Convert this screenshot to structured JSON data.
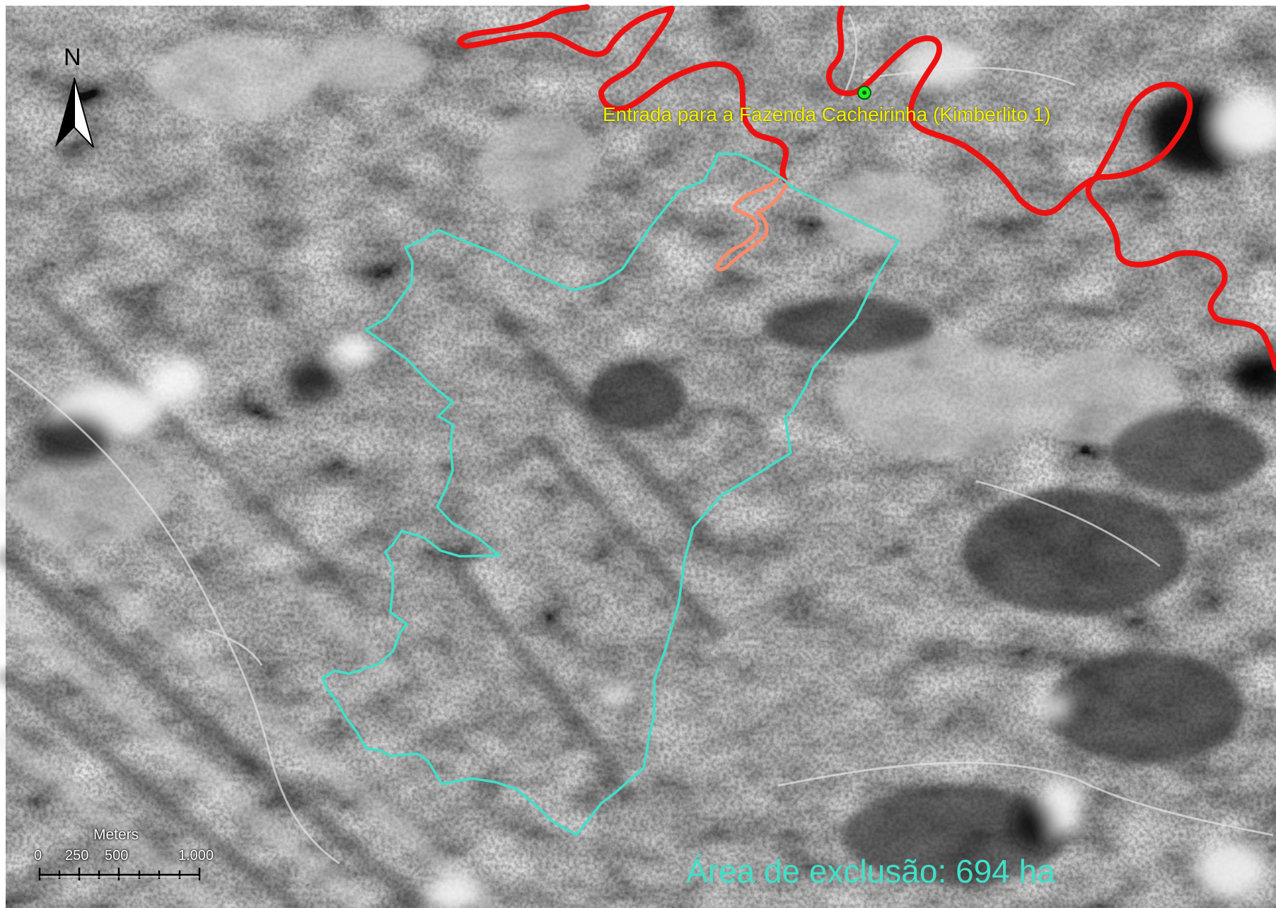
{
  "map": {
    "north_label": "N",
    "place_label": "Entrada para a Fazenda Cacheirinha (Kimberlito 1)",
    "area_label": "Área de exclusão: 694 ha",
    "scale_bar": {
      "units": "Meters",
      "ticks": [
        "0",
        "250",
        "500",
        "1.000"
      ]
    },
    "colors": {
      "exclusion_boundary": "#3fe0c8",
      "red_boundary": "#ee1111",
      "road_outline": "#ff8a6a",
      "place_label": "#f4f000",
      "point_marker": "#22ee22"
    },
    "icons": {
      "north_arrow": "north-arrow-icon",
      "entrance_point": "entrance-point-icon"
    }
  }
}
